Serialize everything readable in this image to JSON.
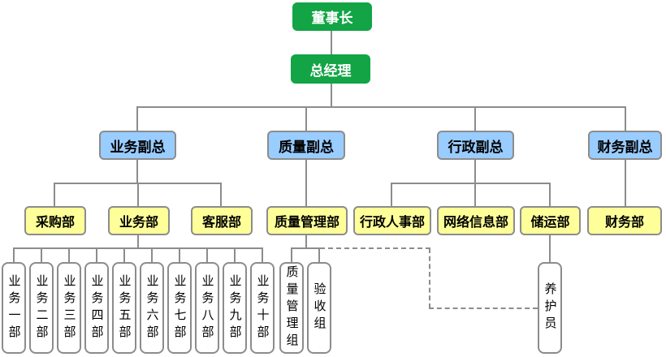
{
  "org": {
    "chairman": "董事长",
    "general_manager": "总经理",
    "vps": {
      "business": "业务副总",
      "quality": "质量副总",
      "admin": "行政副总",
      "finance": "财务副总"
    },
    "departments": {
      "purchasing": "采购部",
      "business": "业务部",
      "customer_service": "客服部",
      "quality_management": "质量管理部",
      "admin_hr": "行政人事部",
      "network_info": "网络信息部",
      "storage_transport": "储运部",
      "finance": "财务部"
    },
    "business_units": [
      "业务一部",
      "业务二部",
      "业务三部",
      "业务四部",
      "业务五部",
      "业务六部",
      "业务七部",
      "业务八部",
      "业务九部",
      "业务十部"
    ],
    "quality_teams": {
      "quality_management_group": "质量管理组",
      "acceptance_group": "验收组"
    },
    "storage_staff": {
      "maintenance": "养护员"
    },
    "hierarchy": {
      "董事长": [
        "总经理"
      ],
      "总经理": [
        "业务副总",
        "质量副总",
        "行政副总",
        "财务副总"
      ],
      "业务副总": [
        "采购部",
        "业务部",
        "客服部"
      ],
      "质量副总": [
        "质量管理部"
      ],
      "行政副总": [
        "行政人事部",
        "网络信息部",
        "储运部"
      ],
      "财务副总": [
        "财务部"
      ],
      "业务部": [
        "业务一部",
        "业务二部",
        "业务三部",
        "业务四部",
        "业务五部",
        "业务六部",
        "业务七部",
        "业务八部",
        "业务九部",
        "业务十部"
      ],
      "质量管理部": [
        "质量管理组",
        "验收组"
      ],
      "储运部": [
        "养护员"
      ]
    },
    "dashed_link": {
      "from": "质量管理部",
      "to": "养护员",
      "style": "dashed"
    }
  },
  "colors": {
    "executive_green": "#12a445",
    "vp_blue": "#99ccff",
    "dept_yellow": "#ffff99",
    "team_white": "#ffffff",
    "border_gray": "#8c8c8c",
    "line_gray": "#8c8c8c"
  }
}
